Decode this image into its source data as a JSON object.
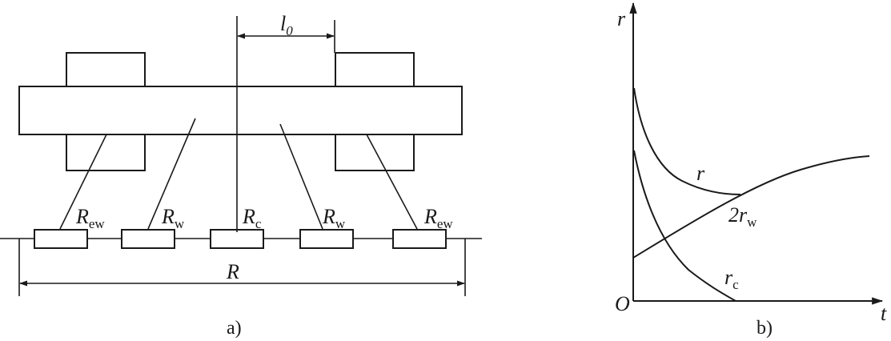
{
  "diagram_a": {
    "caption": "a)",
    "gap_label": {
      "main": "l",
      "sub": "0"
    },
    "total_label": "R",
    "resistors": [
      {
        "main": "R",
        "sub": "ew"
      },
      {
        "main": "R",
        "sub": "w"
      },
      {
        "main": "R",
        "sub": "c"
      },
      {
        "main": "R",
        "sub": "w"
      },
      {
        "main": "R",
        "sub": "ew"
      }
    ]
  },
  "diagram_b": {
    "caption": "b)",
    "y_axis_label": "r",
    "x_axis_label": "t",
    "origin_label": "O",
    "curves": [
      {
        "main": "r",
        "sub": ""
      },
      {
        "main": "2r",
        "sub": "w"
      },
      {
        "main": "r",
        "sub": "c"
      }
    ]
  }
}
